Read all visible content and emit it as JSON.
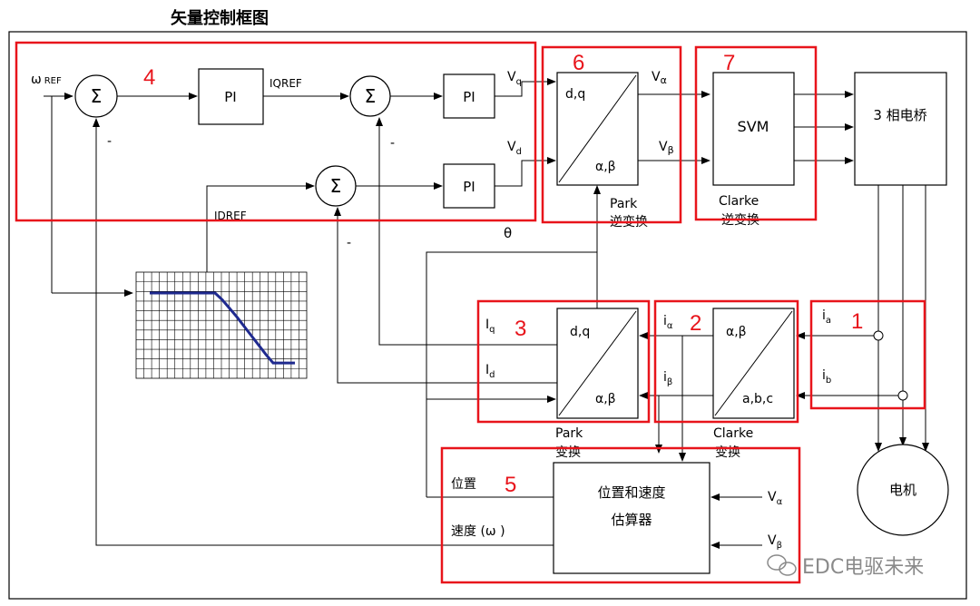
{
  "title": "矢量控制框图",
  "inputs": {
    "omega_ref": "ω",
    "omega_ref_sub": "REF",
    "iqref": "IQREF",
    "idref": "IDREF",
    "theta": "θ"
  },
  "sum_symbol": "Σ",
  "minus": "-",
  "pi_label": "PI",
  "outputs": {
    "vq": "V",
    "vq_sub": "q",
    "vd": "V",
    "vd_sub": "d",
    "valpha": "V",
    "valpha_sub": "α",
    "vbeta": "V",
    "vbeta_sub": "β"
  },
  "inv_park": {
    "top": "d,q",
    "bottom": "α,β",
    "caption1": "Park",
    "caption2": "逆变换"
  },
  "svm": {
    "label": "SVM",
    "caption1": "Clarke",
    "caption2": "逆变换"
  },
  "bridge": {
    "label": "3 相电桥"
  },
  "park": {
    "top": "d,q",
    "bottom": "α,β",
    "caption1": "Park",
    "caption2": "变换",
    "iq": "I",
    "iq_sub": "q",
    "id": "I",
    "id_sub": "d"
  },
  "clarke": {
    "top": "α,β",
    "bottom": "a,b,c",
    "caption1": "Clarke",
    "caption2": "变换",
    "ialpha": "i",
    "ialpha_sub": "α",
    "ibeta": "i",
    "ibeta_sub": "β"
  },
  "sensors": {
    "ia": "i",
    "ia_sub": "a",
    "ib": "i",
    "ib_sub": "b"
  },
  "estimator": {
    "line1": "位置和速度",
    "line2": "估算器",
    "pos": "位置",
    "speed": "速度 (ω )",
    "valpha": "V",
    "valpha_sub": "α",
    "vbeta": "V",
    "vbeta_sub": "β"
  },
  "motor": {
    "label": "电机"
  },
  "region_numbers": [
    "1",
    "2",
    "3",
    "4",
    "5",
    "6",
    "7"
  ],
  "watermark": "EDC电驱未来",
  "colors": {
    "highlight": "#e8141b",
    "curve": "#1f2a8f",
    "line": "#000000"
  },
  "chart_data": {
    "type": "line",
    "title": "",
    "xlabel": "",
    "ylabel": "",
    "grid": true,
    "series": [
      {
        "x": [
          0,
          0.25,
          0.45,
          0.5,
          0.6,
          0.7,
          0.8,
          0.85,
          1.0
        ],
        "y": [
          1,
          1,
          1,
          0.92,
          0.72,
          0.5,
          0.28,
          0.18,
          0.18
        ]
      }
    ]
  }
}
